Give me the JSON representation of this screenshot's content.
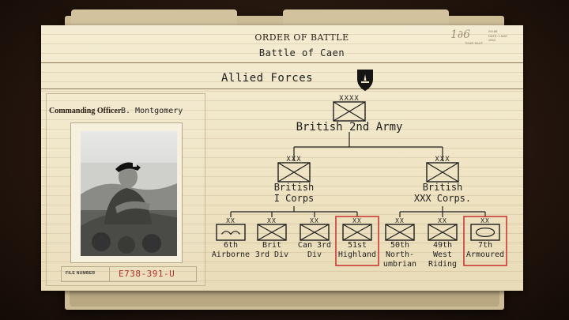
{
  "document": {
    "title": "ORDER OF BATTLE",
    "battle": "Battle of Caen",
    "stamp": {
      "signature": "1∂6",
      "number": "2/9-86",
      "date": "DATE: 1 MAY 1944",
      "location": "TOUR SAUT"
    }
  },
  "commander": {
    "label": "Commanding Officer",
    "name": "B. Montgomery",
    "file_label": "FILE NUMBER",
    "file_number": "E738-391-U"
  },
  "forces": {
    "title": "Allied Forces",
    "army": {
      "echelon": "XXXX",
      "name": "British 2nd Army"
    },
    "corps": [
      {
        "echelon": "XXX",
        "name": "British\nI Corps"
      },
      {
        "echelon": "XXX",
        "name": "British\nXXX Corps."
      }
    ],
    "divisions": [
      {
        "echelon": "XX",
        "name": "6th\nAirborne",
        "symbol": "airborne",
        "highlighted": false
      },
      {
        "echelon": "XX",
        "name": "Brit\n3rd Div",
        "symbol": "infantry",
        "highlighted": false
      },
      {
        "echelon": "XX",
        "name": "Can 3rd\nDiv",
        "symbol": "infantry",
        "highlighted": false
      },
      {
        "echelon": "XX",
        "name": "51st\nHighland",
        "symbol": "infantry",
        "highlighted": true
      },
      {
        "echelon": "XX",
        "name": "50th\nNorth-\numbrian",
        "symbol": "infantry",
        "highlighted": false
      },
      {
        "echelon": "XX",
        "name": "49th\nWest\nRiding",
        "symbol": "infantry",
        "highlighted": false
      },
      {
        "echelon": "XX",
        "name": "7th\nArmoured",
        "symbol": "armour",
        "highlighted": true
      }
    ]
  },
  "colors": {
    "paper": "#f0e6c8",
    "ink": "#1f1f1f",
    "highlight": "#c93a34",
    "file_number": "#b0322a"
  }
}
